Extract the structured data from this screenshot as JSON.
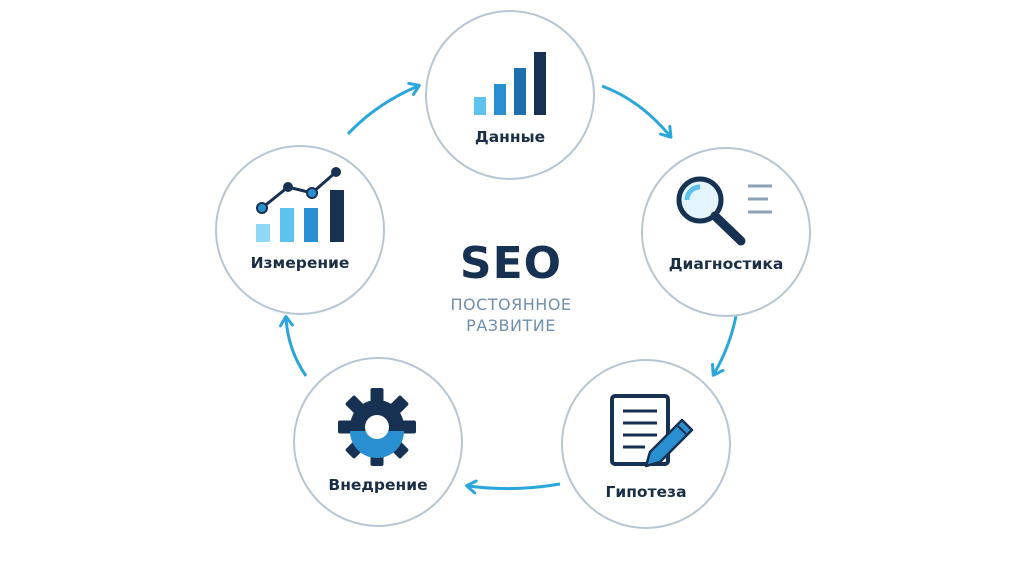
{
  "center": {
    "title": "SEO",
    "subtitle_line1": "ПОСТОЯННОЕ",
    "subtitle_line2": "РАЗВИТИЕ"
  },
  "nodes": [
    {
      "id": "data",
      "label": "Данные",
      "icon": "bar-chart-icon"
    },
    {
      "id": "diagnostics",
      "label": "Диагностика",
      "icon": "magnifier-icon"
    },
    {
      "id": "hypothesis",
      "label": "Гипотеза",
      "icon": "document-pencil-icon"
    },
    {
      "id": "implementation",
      "label": "Внедрение",
      "icon": "gear-icon"
    },
    {
      "id": "measurement",
      "label": "Измерение",
      "icon": "trend-chart-icon"
    }
  ],
  "colors": {
    "navy": "#173152",
    "blue": "#2a8fd0",
    "light_blue": "#5ec3ec",
    "arrow": "#2aa6dc",
    "circle_border": "#b6c6d4"
  }
}
